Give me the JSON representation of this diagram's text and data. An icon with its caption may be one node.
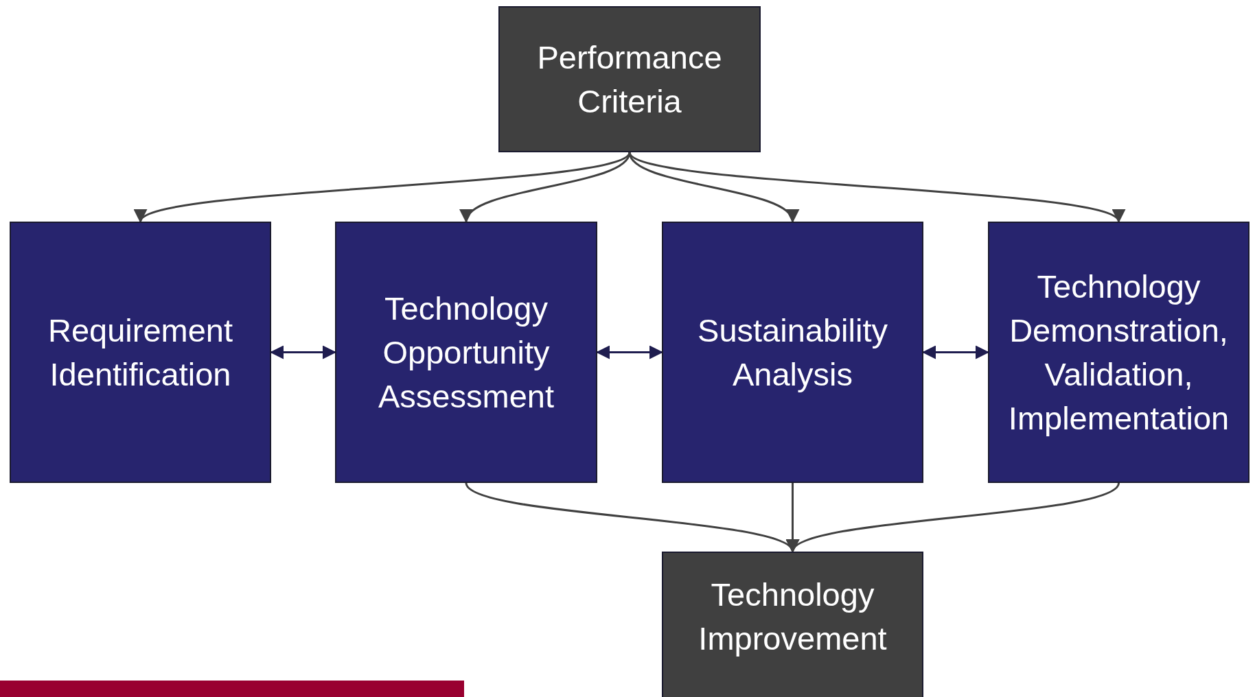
{
  "diagram": {
    "nodes": [
      {
        "text": [
          "Performance Criteria"
        ]
      },
      {
        "text": [
          "Requirement Identification"
        ]
      },
      {
        "text": [
          "Technology Opportunity Assessment"
        ]
      },
      {
        "text": [
          "Sustainability Analysis"
        ]
      },
      {
        "text": [
          "Technology Demonstration, Validation, Implementation"
        ]
      },
      {
        "text": [
          "Technology Improvement"
        ]
      }
    ],
    "edges": [
      {
        "from": 0,
        "to": 1,
        "arrow": "to"
      },
      {
        "from": 0,
        "to": 2,
        "arrow": "to"
      },
      {
        "from": 0,
        "to": 3,
        "arrow": "to"
      },
      {
        "from": 0,
        "to": 4,
        "arrow": "to"
      },
      {
        "from": 1,
        "to": 2,
        "arrow": "both",
        "color": "#1f1d4f"
      },
      {
        "from": 2,
        "to": 3,
        "arrow": "both",
        "color": "#1f1d4f"
      },
      {
        "from": 3,
        "to": 4,
        "arrow": "both",
        "color": "#1f1d4f"
      },
      {
        "from": 2,
        "to": 5,
        "arrow": "to"
      },
      {
        "from": 3,
        "to": 5,
        "arrow": "to"
      },
      {
        "from": 4,
        "to": 5,
        "arrow": "to"
      }
    ]
  }
}
